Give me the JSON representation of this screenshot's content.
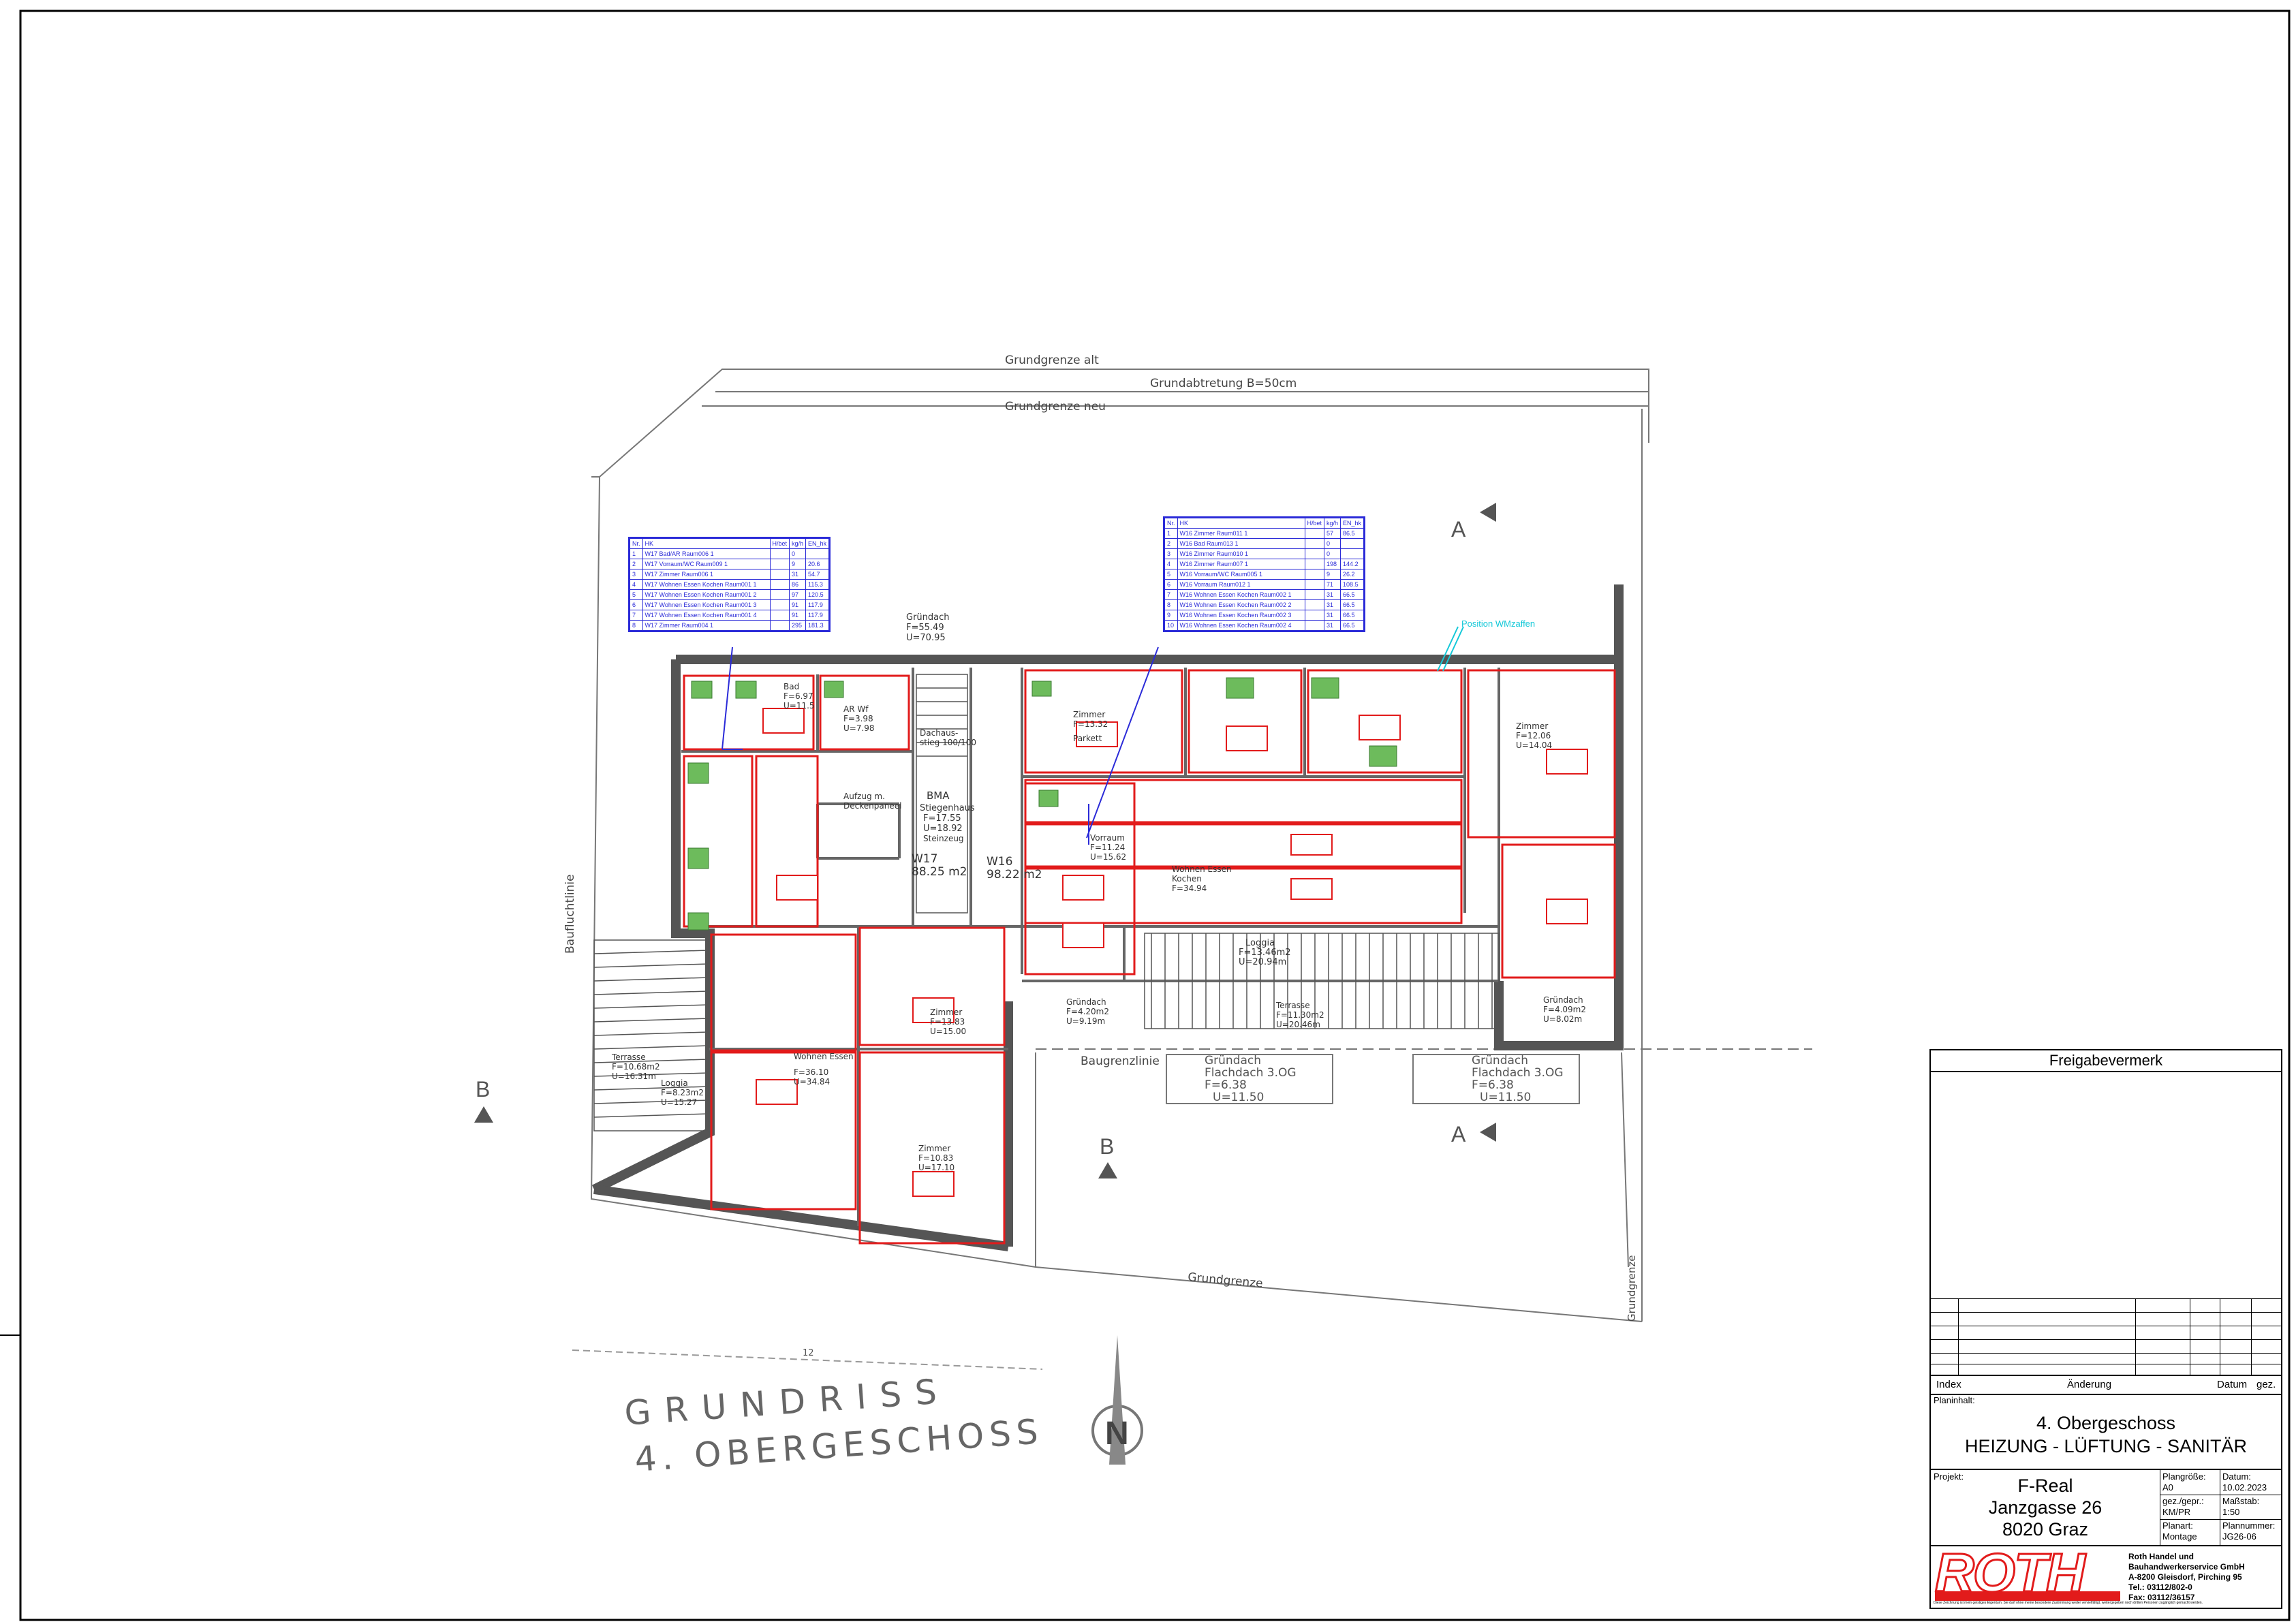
{
  "plan": {
    "boundary_labels": {
      "grundgrenze_alt": "Grundgrenze alt",
      "grundabtretung": "Grundabtretung B=50cm",
      "grundgrenze_neu": "Grundgrenze neu",
      "baufluchtlinie": "Baufluchtlinie",
      "baugrenzlinie": "Baugrenzlinie",
      "grundgrenze_bottom": "Grundgrenze",
      "grundgrenze_right": "Grundgrenze"
    },
    "section_markers": {
      "a": "A",
      "b": "B"
    },
    "rooms": [
      {
        "name": "Bad",
        "area": "F=6.97",
        "perim": "U=11.5"
      },
      {
        "name": "AR Wf",
        "area": "F=3.98",
        "perim": "U=7.98"
      },
      {
        "name": "Gründach",
        "area": "F=55.49",
        "perim": "U=70.95"
      },
      {
        "name": "Dachaus-",
        "area": "stieg 100/100",
        "perim": ""
      },
      {
        "name": "Aufzug m.",
        "area": "Deckenpaneel",
        "perim": ""
      },
      {
        "name": "Stiegenhaus",
        "area": "F=17.55",
        "perim": "U=18.92"
      },
      {
        "name": "BMA",
        "area": "Steinzeug",
        "perim": ""
      },
      {
        "name": "W17",
        "area": "88.25 m2",
        "perim": ""
      },
      {
        "name": "W16",
        "area": "98.22 m2",
        "perim": ""
      },
      {
        "name": "Zimmer",
        "area": "F=13.32",
        "perim": "Parkett"
      },
      {
        "name": "Vorraum",
        "area": "F=11.24",
        "perim": "U=15.62"
      },
      {
        "name": "Wohnen Essen",
        "area": "Kochen",
        "perim": "F=34.94"
      },
      {
        "name": "Loggia",
        "area": "F=13.46m2",
        "perim": "U=20.94m"
      },
      {
        "name": "Terrasse",
        "area": "F=11.30m2",
        "perim": "U=20.46m"
      },
      {
        "name": "Zimmer",
        "area": "F=12.06",
        "perim": "U=14.04"
      },
      {
        "name": "Zimmer",
        "area": "F=13.83",
        "perim": "U=15.00"
      },
      {
        "name": "Wohnen Essen",
        "area": "F=36.10",
        "perim": "U=34.84"
      },
      {
        "name": "Zimmer",
        "area": "F=10.83",
        "perim": "U=17.10"
      },
      {
        "name": "Terrasse",
        "area": "F=10.68m2",
        "perim": "U=16.31m"
      },
      {
        "name": "Loggia",
        "area": "F=8.23m2",
        "perim": "U=15.27"
      },
      {
        "name": "Gründach",
        "area": "F=4.09m2",
        "perim": "U=8.02m"
      },
      {
        "name": "Gründach",
        "area": "F=4.20m2",
        "perim": "U=9.19m"
      }
    ],
    "flat_roofs": [
      {
        "l1": "Gründach",
        "l2": "Flachdach 3.OG",
        "l3": "F=6.38",
        "l4": "U=11.50"
      },
      {
        "l1": "Gründach",
        "l2": "Flachdach 3.OG",
        "l3": "F=6.38",
        "l4": "U=11.50"
      }
    ],
    "annotation_cyan": "Position WMzaffen",
    "scale_bar_label": "12",
    "north": "N",
    "drawing_title_line1": "GRUNDRISS",
    "drawing_title_line2": "4. OBERGESCHOSS"
  },
  "legend_w17": {
    "headers": [
      "Nr.",
      "HK",
      "H/bet",
      "kg/h",
      "EN_hk"
    ],
    "rows": [
      [
        "1",
        "W17 Bad/AR Raum006 1",
        "",
        "0",
        ""
      ],
      [
        "2",
        "W17 Vorraum/WC Raum009 1",
        "",
        "9",
        "20.6"
      ],
      [
        "3",
        "W17 Zimmer Raum006 1",
        "",
        "31",
        "54.7"
      ],
      [
        "4",
        "W17 Wohnen Essen Kochen Raum001 1",
        "",
        "86",
        "115.3"
      ],
      [
        "5",
        "W17 Wohnen Essen Kochen Raum001 2",
        "",
        "97",
        "120.5"
      ],
      [
        "6",
        "W17 Wohnen Essen Kochen Raum001 3",
        "",
        "91",
        "117.9"
      ],
      [
        "7",
        "W17 Wohnen Essen Kochen Raum001 4",
        "",
        "91",
        "117.9"
      ],
      [
        "8",
        "W17 Zimmer Raum004 1",
        "",
        "295",
        "181.3"
      ]
    ]
  },
  "legend_w16": {
    "headers": [
      "Nr.",
      "HK",
      "H/bet",
      "kg/h",
      "EN_hk"
    ],
    "rows": [
      [
        "1",
        "W16 Zimmer Raum011 1",
        "",
        "57",
        "86.5"
      ],
      [
        "2",
        "W16 Bad Raum013 1",
        "",
        "0",
        ""
      ],
      [
        "3",
        "W16 Zimmer Raum010 1",
        "",
        "0",
        ""
      ],
      [
        "4",
        "W16 Zimmer Raum007 1",
        "",
        "198",
        "144.2"
      ],
      [
        "5",
        "W16 Vorraum/WC Raum005 1",
        "",
        "9",
        "26.2"
      ],
      [
        "6",
        "W16 Vorraum Raum012 1",
        "",
        "71",
        "108.5"
      ],
      [
        "7",
        "W16 Wohnen Essen Kochen Raum002 1",
        "",
        "31",
        "66.5"
      ],
      [
        "8",
        "W16 Wohnen Essen Kochen Raum002 2",
        "",
        "31",
        "66.5"
      ],
      [
        "9",
        "W16 Wohnen Essen Kochen Raum002 3",
        "",
        "31",
        "66.5"
      ],
      [
        "10",
        "W16 Wohnen Essen Kochen Raum002 4",
        "",
        "31",
        "66.5"
      ]
    ]
  },
  "title_block": {
    "freigabe": "Freigabevermerk",
    "rev_header": {
      "index": "Index",
      "aenderung": "Änderung",
      "datum": "Datum",
      "gez": "gez."
    },
    "planinhalt_label": "Planinhalt:",
    "planinhalt_line1": "4. Obergeschoss",
    "planinhalt_line2": "HEIZUNG - LÜFTUNG - SANITÄR",
    "projekt_label": "Projekt:",
    "projekt_line1": "F-Real",
    "projekt_line2": "Janzgasse 26",
    "projekt_line3": "8020 Graz",
    "plangroesse_label": "Plangröße:",
    "plangroesse": "A0",
    "datum_label": "Datum:",
    "datum": "10.02.2023",
    "gez_label": "gez./gepr.:",
    "gez": "KM/PR",
    "massstab_label": "Maßstab:",
    "massstab": "1:50",
    "planart_label": "Planart:",
    "planart": "Montage",
    "plannummer_label": "Plannummer:",
    "plannummer": "JG26-06",
    "logo_text": "ROTH",
    "company_line1": "Roth Handel und",
    "company_line2": "Bauhandwerkerservice GmbH",
    "company_line3": "A-8200 Gleisdorf, Pirching 95",
    "company_line4": "Tel.: 03112/802-0",
    "company_line5": "Fax: 03112/36157",
    "footnote": "Diese Zeichnung ist mein geistiges Eigentum. Sie darf ohne meine besondere Zustimmung weder vervielfältigt, weitergegeben noch dritten Personen zugänglich gemacht werden."
  },
  "colors": {
    "wall": "#555555",
    "heating": "#e21b1b",
    "legend": "#2b2bd8",
    "vent": "#5aa84a",
    "cyan": "#14c8d8",
    "roth_red": "#e21b1b"
  }
}
